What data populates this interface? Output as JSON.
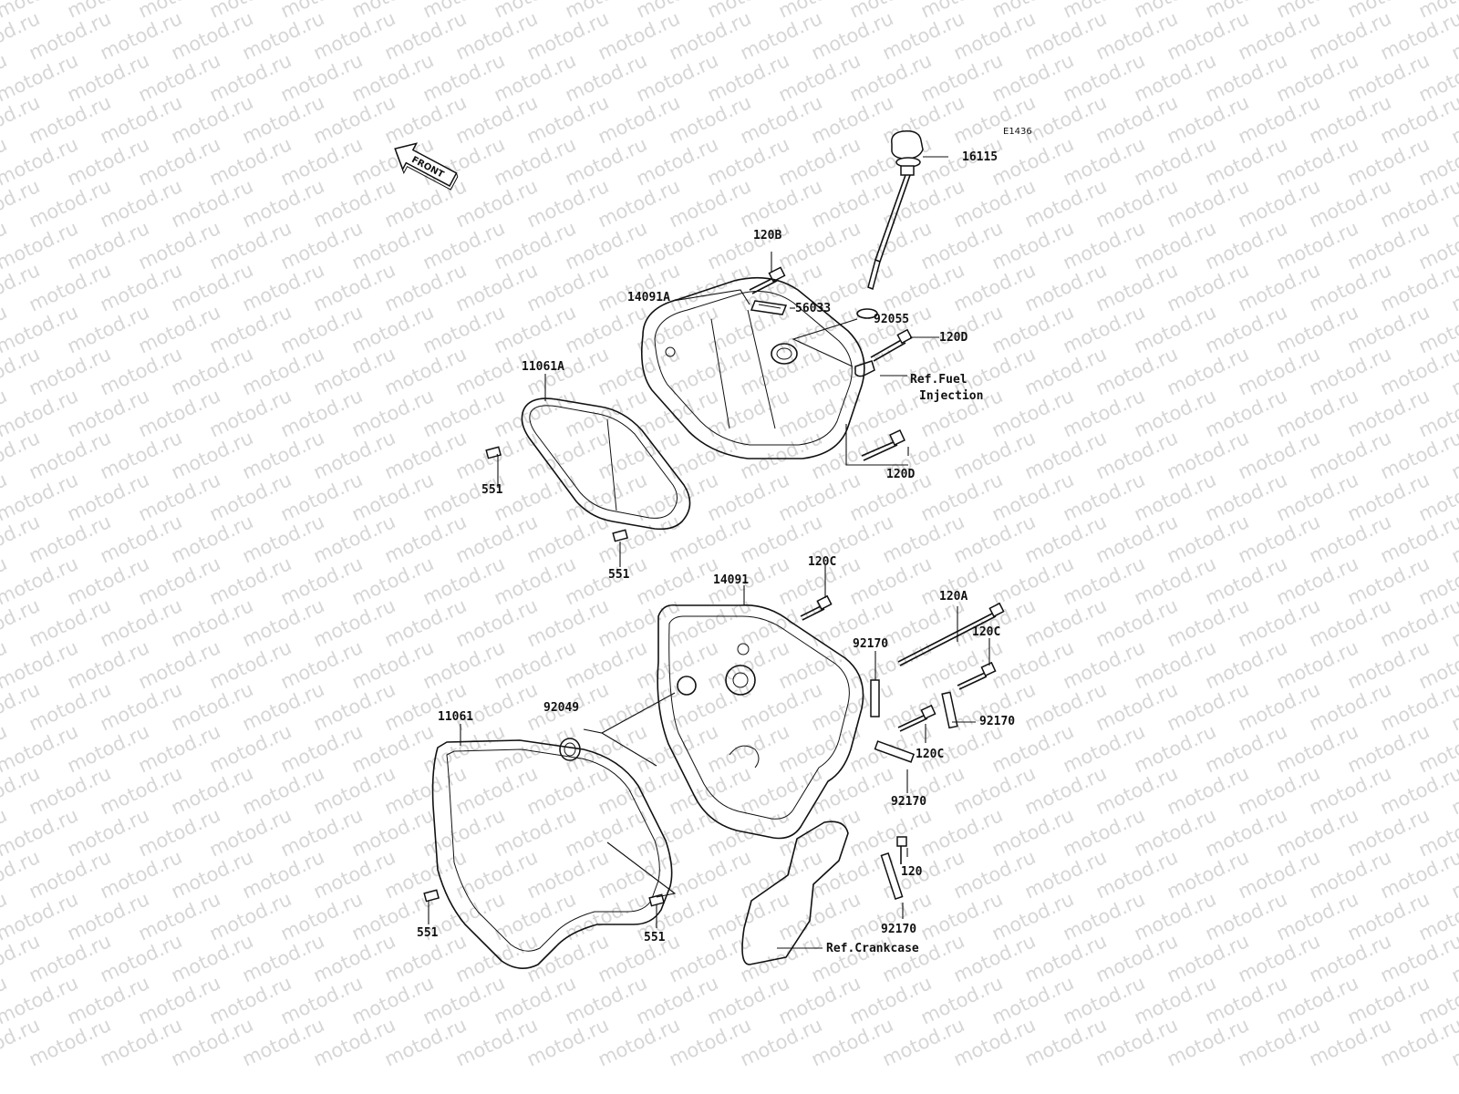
{
  "watermark": "motod.ru",
  "diagram_code": "E1436",
  "front_arrow_label": "FRONT",
  "labels": {
    "p16115": "16115",
    "p120B": "120B",
    "p14091A": "14091A",
    "p56033": "56033",
    "p92055": "92055",
    "p120D_top": "120D",
    "p120D_bottom": "120D",
    "p11061A": "11061A",
    "ref_fuel_1": "Ref.Fuel",
    "ref_fuel_2": "Injection",
    "p551_a": "551",
    "p551_b": "551",
    "p120C_a": "120C",
    "p14091": "14091",
    "p120A": "120A",
    "p120C_b": "120C",
    "p92170_a": "92170",
    "p92049": "92049",
    "p92170_b": "92170",
    "p120C_c": "120C",
    "p11061": "11061",
    "p92170_c": "92170",
    "p120": "120",
    "p551_c": "551",
    "p551_d": "551",
    "p92170_d": "92170",
    "ref_crankcase": "Ref.Crankcase"
  }
}
